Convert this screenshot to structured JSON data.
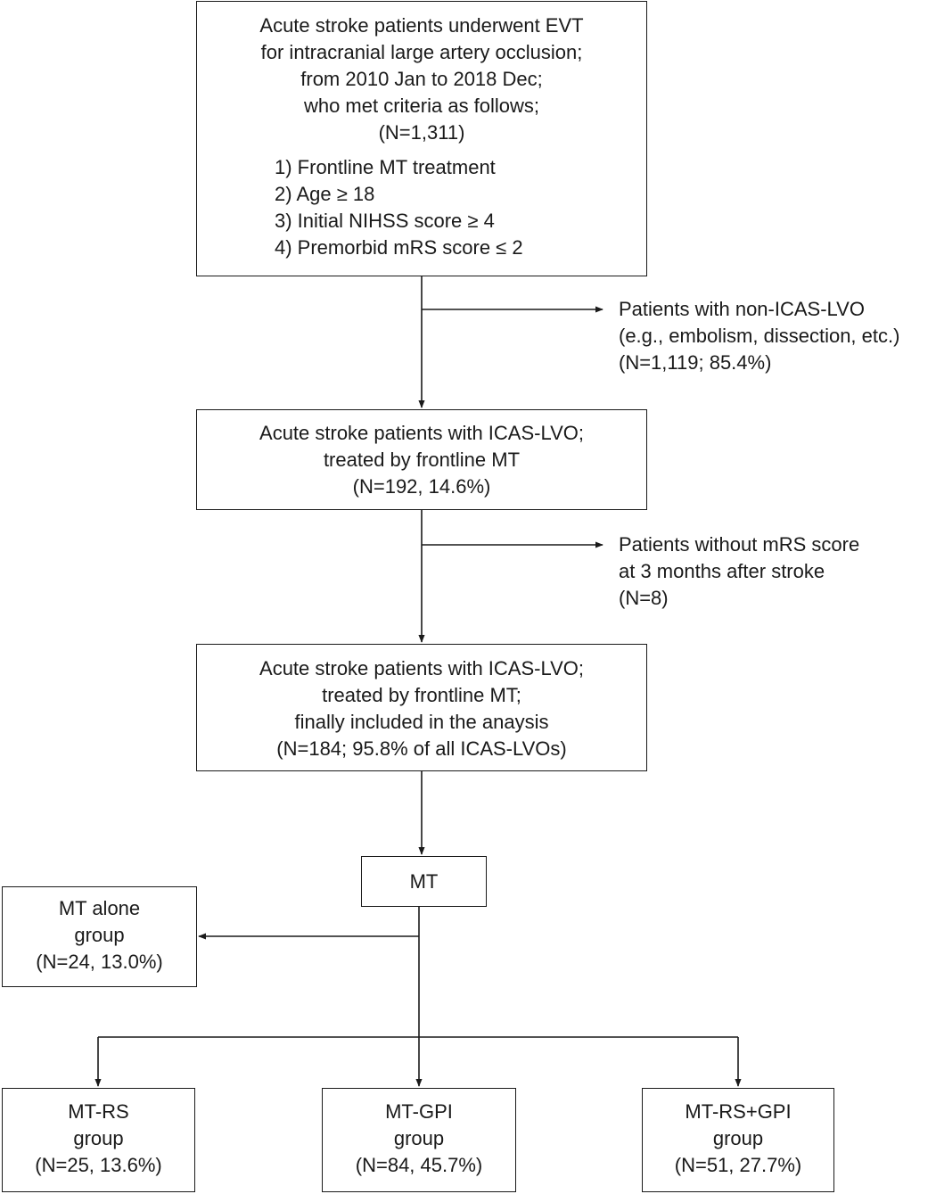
{
  "initial_cohort": {
    "lines": [
      "Acute stroke patients underwent EVT",
      "for intracranial large artery occlusion;",
      "from 2010 Jan to 2018 Dec;",
      "who met criteria as follows;",
      "(N=1,311)"
    ],
    "criteria": [
      "1) Frontline MT treatment",
      "2) Age ≥ 18",
      "3) Initial NIHSS score ≥ 4",
      "4) Premorbid mRS score ≤ 2"
    ]
  },
  "exclusion_1": {
    "lines": [
      "Patients with non-ICAS-LVO",
      "(e.g., embolism, dissection, etc.)",
      "(N=1,119; 85.4%)"
    ]
  },
  "icas_cohort": {
    "lines": [
      "Acute stroke patients with ICAS-LVO;",
      "treated by frontline MT",
      "(N=192, 14.6%)"
    ]
  },
  "exclusion_2": {
    "lines": [
      "Patients without mRS score",
      "at 3 months after stroke",
      "(N=8)"
    ]
  },
  "final_cohort": {
    "lines": [
      "Acute stroke patients with ICAS-LVO;",
      "treated by frontline MT;",
      "finally included in the anaysis",
      "(N=184; 95.8% of all ICAS-LVOs)"
    ]
  },
  "mt_node": {
    "label": "MT"
  },
  "mt_alone": {
    "lines": [
      "MT alone",
      "group",
      "(N=24, 13.0%)"
    ]
  },
  "mt_rs": {
    "lines": [
      "MT-RS",
      "group",
      "(N=25, 13.6%)"
    ]
  },
  "mt_gpi": {
    "lines": [
      "MT-GPI",
      "group",
      "(N=84, 45.7%)"
    ]
  },
  "mt_rs_gpi": {
    "lines": [
      "MT-RS+GPI",
      "group",
      "(N=51, 27.7%)"
    ]
  }
}
